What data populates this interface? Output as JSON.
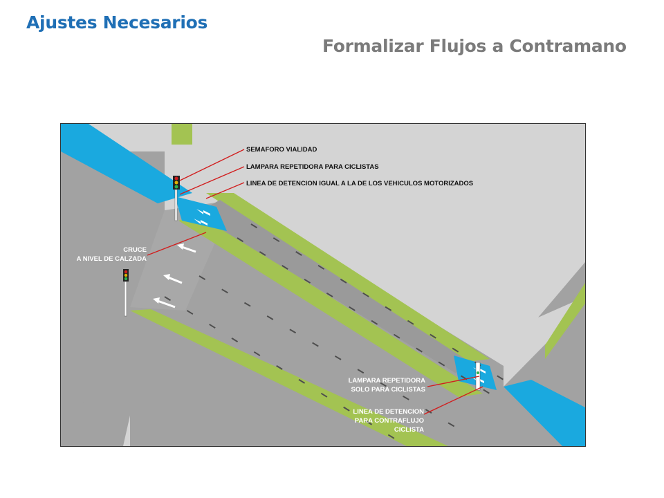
{
  "header": {
    "title": "Ajustes Necesarios",
    "subtitle": "Formalizar Flujos a Contramano"
  },
  "diagram": {
    "callouts_top": [
      "SEMAFORO VIALIDAD",
      "LAMPARA REPETIDORA PARA CICLISTAS",
      "LINEA DE DETENCION IGUAL A LA DE LOS VEHICULOS MOTORIZADOS"
    ],
    "callout_crossing": [
      "CRUCE",
      "A NIVEL DE CALZADA"
    ],
    "callout_repeater": [
      "LAMPARA REPETIDORA",
      "SOLO PARA CICLISTAS"
    ],
    "callout_stopline": [
      "LINEA DE DETENCION",
      "PARA CONTRAFLUJO",
      "CICLISTA"
    ],
    "colors": {
      "road": "#a2a2a2",
      "sidewalk": "#d4d4d4",
      "bike_lane": "#1aa9df",
      "greenery": "#a3c352",
      "callout_line": "#d11f1f"
    }
  }
}
